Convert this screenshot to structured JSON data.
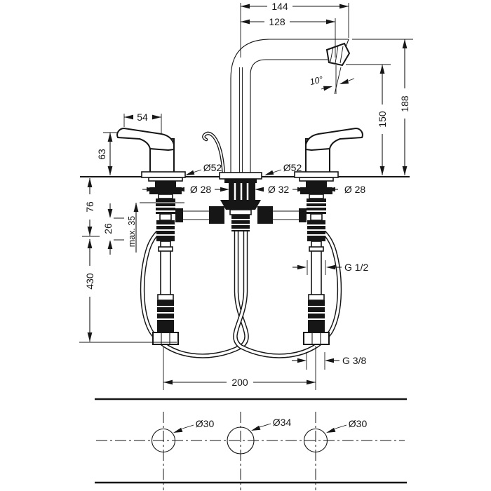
{
  "colors": {
    "ink": "#161616",
    "paper": "#ffffff"
  },
  "side_view": {
    "spout_reach_total": "144",
    "spout_reach_aerator": "128",
    "spray_angle": "10°",
    "height_total": "188",
    "height_aerator": "150",
    "handle_length": "54",
    "handle_height": "63",
    "body_below_deck": "76",
    "shank_section": "26",
    "max_deck_thickness": "max. 35",
    "hose_length": "430",
    "escutcheon_left_dia": "Ø52",
    "escutcheon_center_dia": "Ø52",
    "shank_left_dia": "Ø 28",
    "shank_center_dia": "Ø 32",
    "shank_right_dia": "Ø 28",
    "connection_thread": "G 1/2",
    "supply_thread": "G 3/8",
    "hole_spacing": "200"
  },
  "plan_view": {
    "hole_left_dia": "Ø30",
    "hole_center_dia": "Ø34",
    "hole_right_dia": "Ø30"
  }
}
